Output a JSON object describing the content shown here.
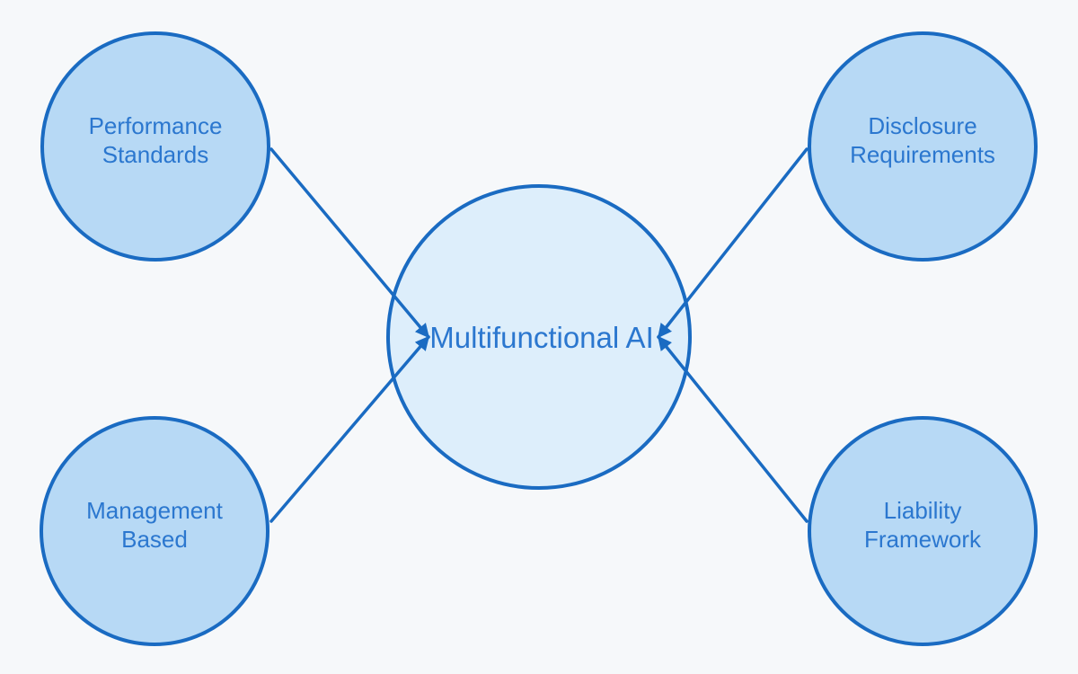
{
  "diagram": {
    "center_node": {
      "id": "multifunctional-ai",
      "label": "Multifunctional AI"
    },
    "satellite_nodes": [
      {
        "id": "performance-standards",
        "position": "top-left",
        "line1": "Performance",
        "line2": "Standards"
      },
      {
        "id": "disclosure-requirements",
        "position": "top-right",
        "line1": "Disclosure",
        "line2": "Requirements"
      },
      {
        "id": "management-based",
        "position": "bottom-left",
        "line1": "Management",
        "line2": "Based"
      },
      {
        "id": "liability-framework",
        "position": "bottom-right",
        "line1": "Liability",
        "line2": "Framework"
      }
    ],
    "edges": [
      {
        "from": "performance-standards",
        "to": "multifunctional-ai",
        "arrow": "to-center"
      },
      {
        "from": "disclosure-requirements",
        "to": "multifunctional-ai",
        "arrow": "to-center"
      },
      {
        "from": "management-based",
        "to": "multifunctional-ai",
        "arrow": "to-center"
      },
      {
        "from": "liability-framework",
        "to": "multifunctional-ai",
        "arrow": "to-center"
      }
    ]
  },
  "colors": {
    "background": "#f6f8fa",
    "satellite_fill": "#b7d9f5",
    "center_fill": "#ddeefb",
    "stroke": "#1a6bc2",
    "label_text": "#2b77cf"
  }
}
